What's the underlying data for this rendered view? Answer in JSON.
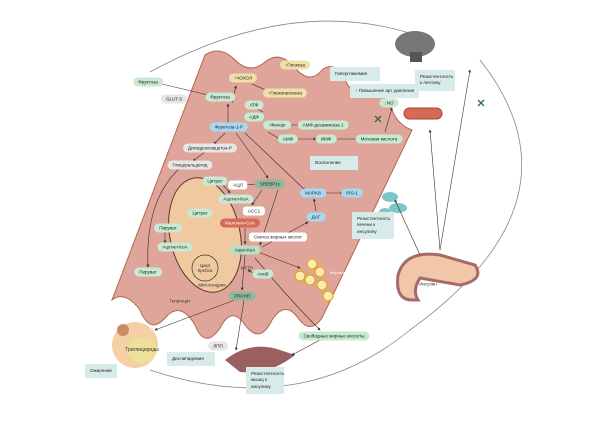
{
  "nodes": {
    "fructose_out": "Фруктоза",
    "glut5": "GLUT-5",
    "fructose_in": "Фруктоза",
    "chokhol": "↑ЧОХОЛ",
    "glucose": "↑Глюкоза",
    "gluconeo": "↑Глюконеогенез",
    "atp": "АТФ",
    "adp": "АДФ",
    "f1p": "Фруктоза-1-Р",
    "pi": "↑Фнеорг",
    "ampd": "АМФ-дезаминаза 1",
    "amp": "АМФ",
    "imp": "ИМФ",
    "uric": "Мочевая кислота",
    "no": "↓NO",
    "dhap": "Дигидроксиацетон-Р",
    "glyceraldehyde": "Глицеральдегид",
    "citrate1": "Цитрат",
    "acl": "АЦЛ",
    "srebp": "SREBP1c",
    "acetylcoa1": "Ацетил-КоА",
    "acc1": "ACC1",
    "malonyl": "Малонил-СоА",
    "citrate2": "Цитрат",
    "pyruvate_m": "Пируват",
    "acetylcoa2": "Ацетил-КоА",
    "krebs": "Цикл Кребса",
    "mito": "Митохондрия",
    "pyruvate": "Пируват",
    "fas": "Синтез жирных кислот",
    "acylcoa": "Ацил-КоА",
    "mttp": "МТТР",
    "apob": "АпоВ",
    "vldl": "ЛПОНП",
    "hepatocyte": "Гепатоцит",
    "mapk8": "MAPK8",
    "irs1": "IRS-1",
    "dag": "ДАГ",
    "droplets": "Жировые капли",
    "insulin": "Инсулин",
    "tg": "Триглицериды",
    "ldl": "ЛПП",
    "ffa": "Свободные жирные кислоты"
  },
  "boxes": {
    "hyperglycemia": "Гипергликемия",
    "bp": "↑ Повышение арт давления",
    "inflammation": "Воспаление",
    "liver_ir": "Резистентность печени к инсулину",
    "leptin": "Резистентность к лептину",
    "obesity": "Ожирение",
    "dyslipidemia": "Дислипидемия",
    "muscle_ir": "Резистентность мышц к инсулину"
  },
  "colors": {
    "cell": "#dfa49a",
    "cell_stroke": "#b5654f",
    "mito": "#f0c9a0"
  }
}
